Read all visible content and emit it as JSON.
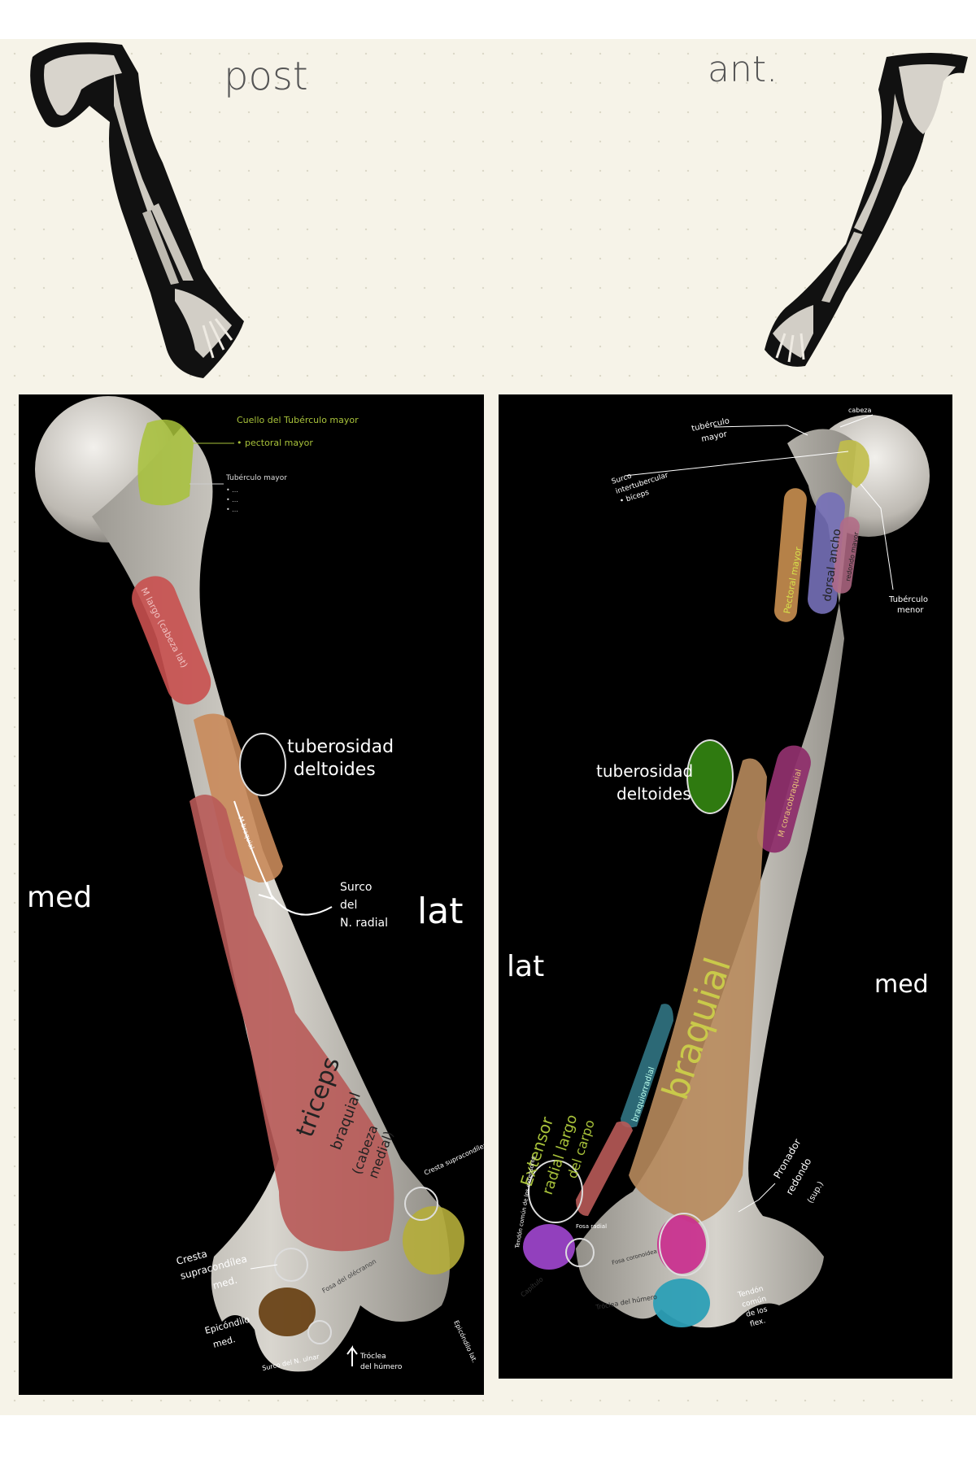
{
  "header": {
    "posterior_label": "post",
    "anterior_label": "ant."
  },
  "posterior_view": {
    "side_left": "med",
    "side_right": "lat",
    "head_labels": [
      "Cuello del Tubérculo mayor",
      "• pectoral mayor",
      "Tubérculo mayor",
      "• ...",
      "• ...",
      "• ..."
    ],
    "long_head_label": "M largo (cabeza lat)",
    "deltoid_line1": "tuberosidad",
    "deltoid_line2": "deltoides",
    "brachial_small": "M braquial",
    "groove_line1": "Surco",
    "groove_line2": "del",
    "groove_line3": "N. radial",
    "triceps_line1": "triceps",
    "triceps_line2": "braquial",
    "triceps_line3": "(cabeza",
    "triceps_line4": "medial)",
    "crest_lat": "Cresta supracondílea lat.",
    "crest_med_line1": "Cresta",
    "crest_med_line2": "supracondílea",
    "crest_med_line3": "med.",
    "epicondyle_med_line1": "Epicóndilo",
    "epicondyle_med_line2": "med.",
    "groove_ulnar": "Surco del N. ulnar",
    "trochlea_line1": "Tróclea",
    "trochlea_line2": "del húmero",
    "epicondyle_lat": "Epicóndilo lat.",
    "olecranon_fossa": "Fosa del olécranon"
  },
  "anterior_view": {
    "side_left": "lat",
    "side_right": "med",
    "head_top": "cabeza",
    "tub_major_line1": "tubérculo",
    "tub_major_line2": "mayor",
    "sulcus_line1": "Surco",
    "sulcus_line2": "intertubercular",
    "sulcus_line3": "• bíceps",
    "tub_minor_line1": "Tubérculo",
    "tub_minor_line2": "menor",
    "pectoral": "Pectoral mayor",
    "dorsal": "dorsal ancho",
    "teres": "redondo mayor",
    "deltoid_line1": "tuberosidad",
    "deltoid_line2": "deltoides",
    "coraco": "M coracobraquial",
    "braquial": "braquial",
    "braquioradial": "braquiorradial",
    "ecrl_line1": "Extensor",
    "ecrl_line2": "radial largo",
    "ecrl_line3": "del carpo",
    "ext_tendon": "Tendón común de los extensores",
    "pronator_line1": "Pronador",
    "pronator_line2": "redondo",
    "pronator_line3": "(sup.)",
    "flexor_line1": "Tendón",
    "flexor_line2": "común",
    "flexor_line3": "de los",
    "flexor_line4": "flex.",
    "fossa_radial": "Fosa radial",
    "fossa_coronoid": "Fosa coronoidea",
    "capitulum": "Capítulo",
    "trochlea": "Tróclea del húmero"
  },
  "colors": {
    "bone": "#cfccc5",
    "deltoid_orange": "#c9895a",
    "triceps_red": "#b85a58",
    "long_head_red": "#c9504f",
    "green_marker": "#a8c23a",
    "pectoral_orange": "#c98f50",
    "dorsal_blue": "#7570b8",
    "teres_pink": "#b36a86",
    "coraco_magenta": "#8e2f6c",
    "braquial_tan": "#b78a5c",
    "teal": "#2e6f7c",
    "purple": "#9a43c7",
    "pink": "#c9338f",
    "cyan": "#2c9fb6",
    "olive": "#b5ad3a",
    "brown": "#6a4317"
  }
}
